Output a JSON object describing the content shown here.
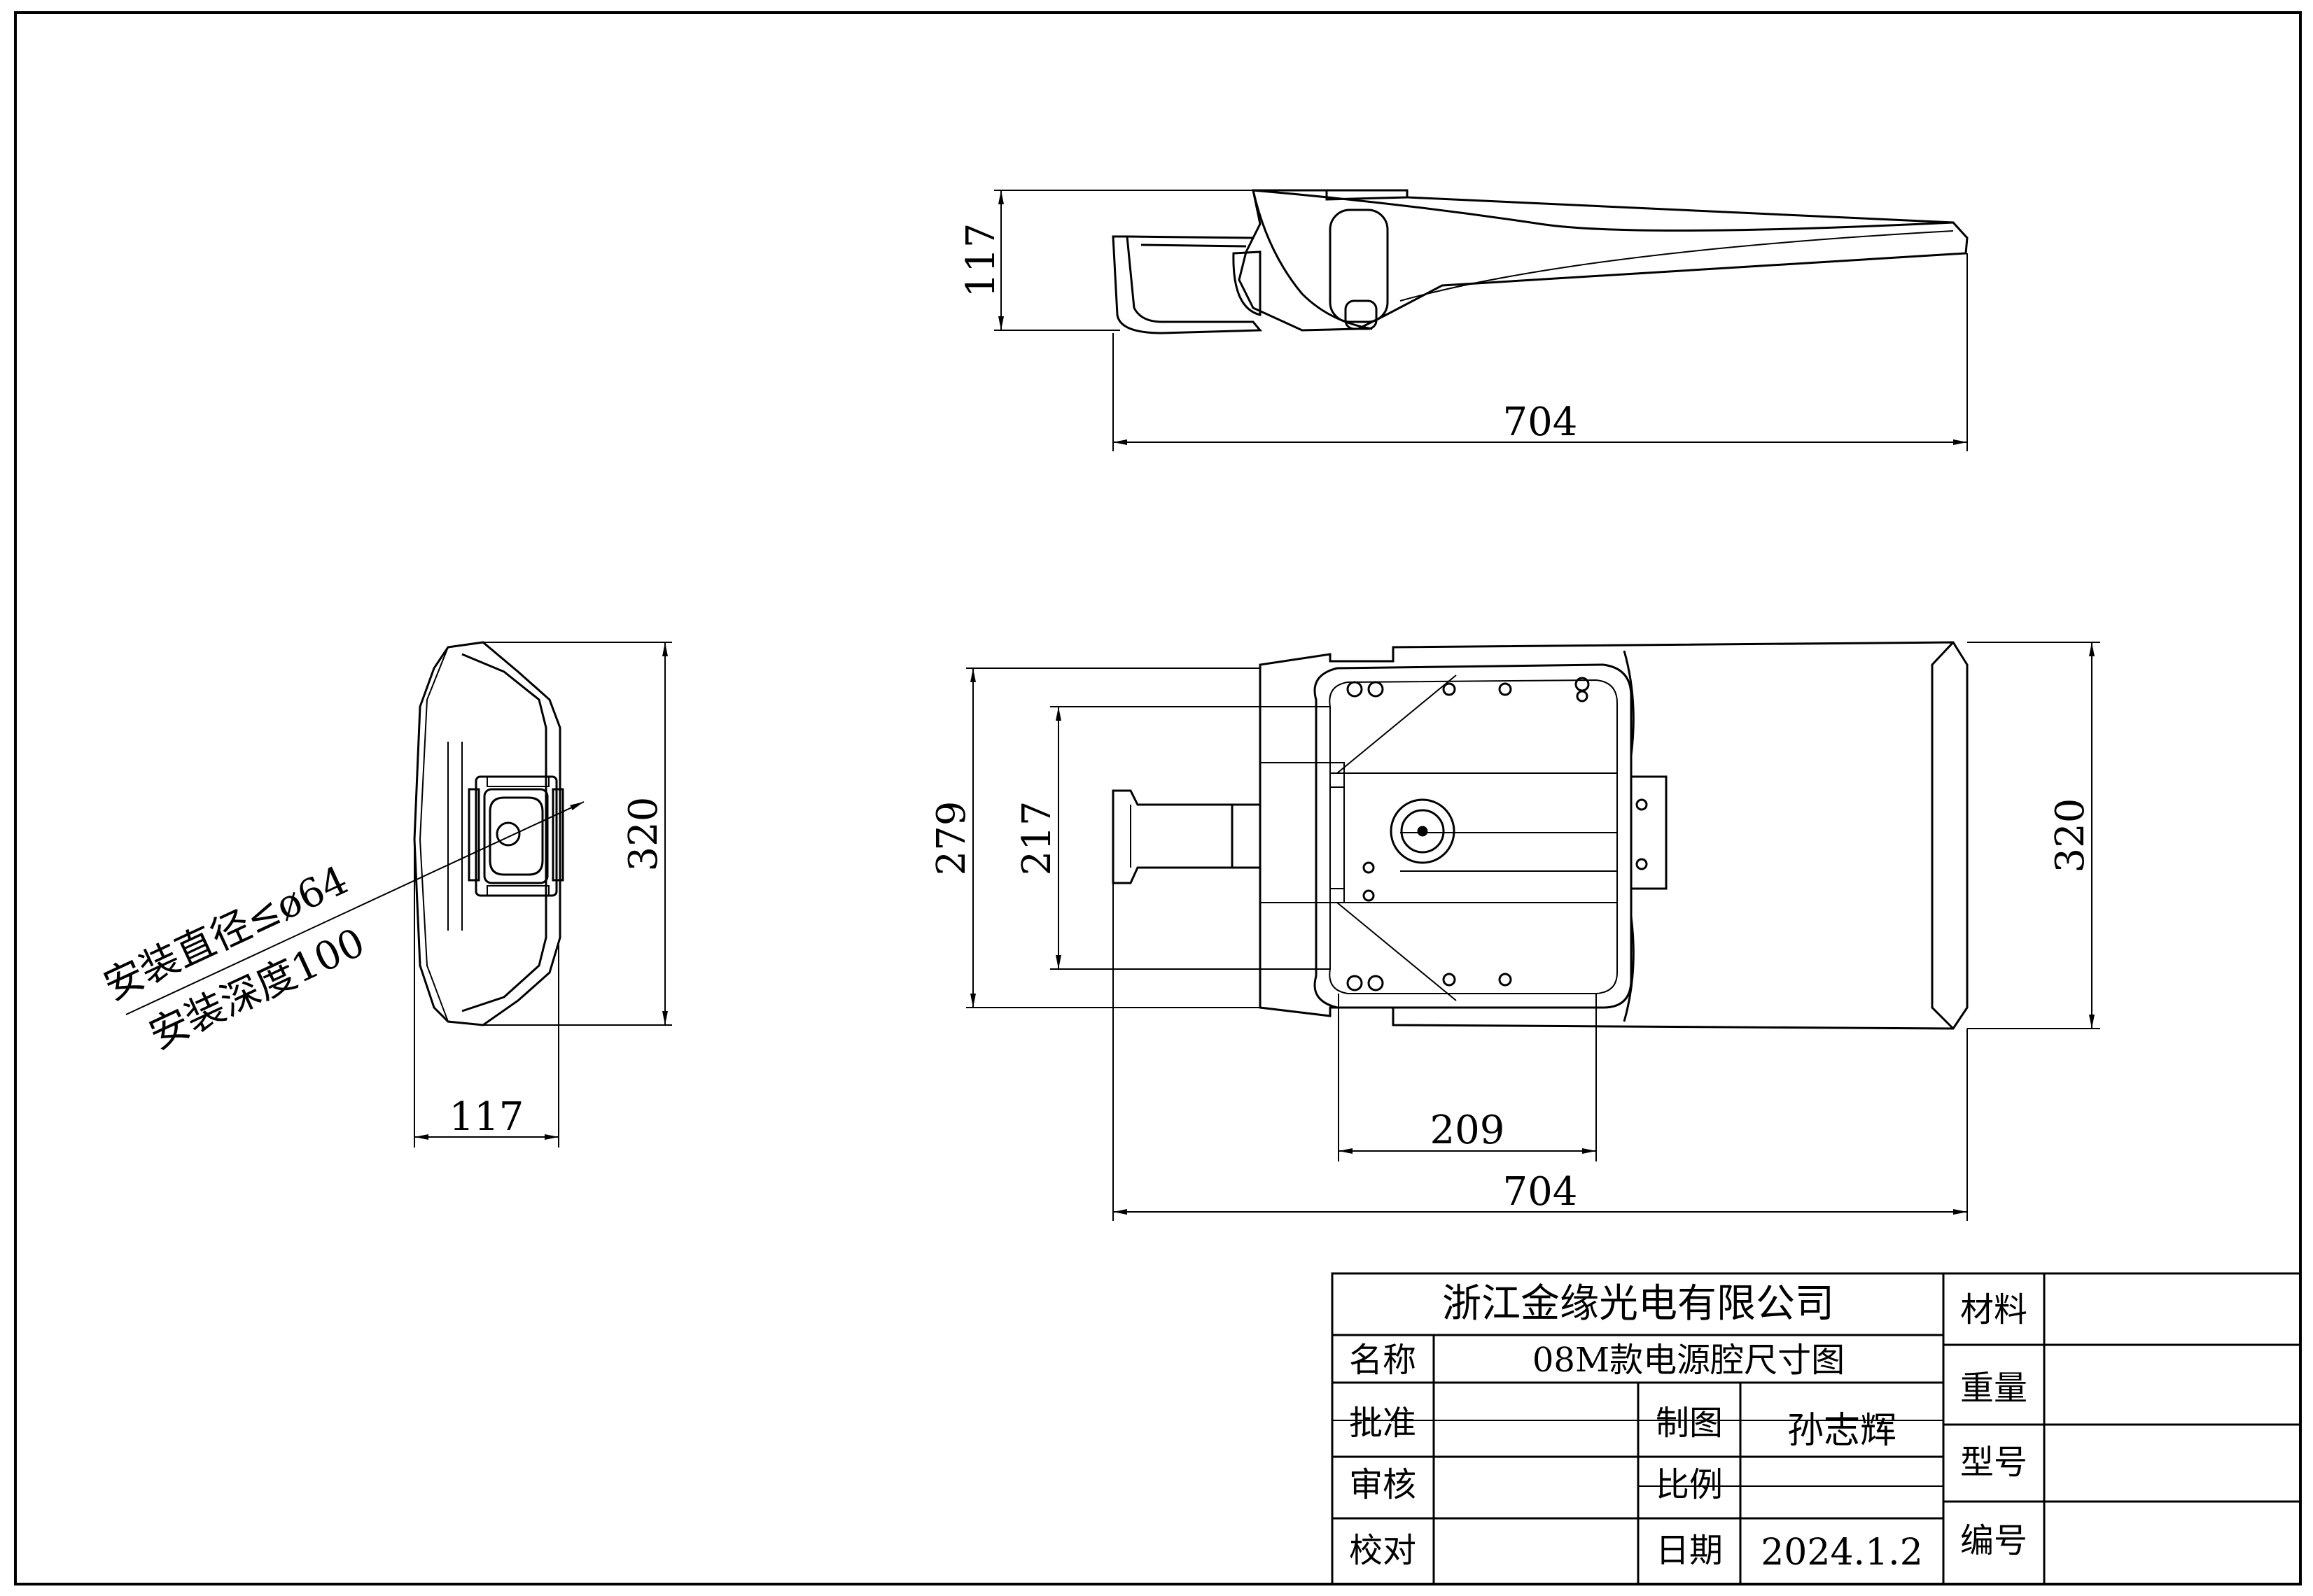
{
  "dimensions": {
    "side_height": "117",
    "side_length": "704",
    "front_width": "320",
    "front_depth": "117",
    "plan_width": "320",
    "plan_bracket_outer": "279",
    "plan_bracket_inner": "217",
    "plan_cavity_length": "209",
    "plan_length": "704"
  },
  "annotation": {
    "line1": "安装直径≤ø64",
    "line2": "安装深度100"
  },
  "title_block": {
    "company": "浙江金缘光电有限公司",
    "name_label": "名称",
    "name_value": "08M款电源腔尺寸图",
    "approve_label": "批准",
    "approve_value": "",
    "review_label": "审核",
    "review_value": "",
    "check_label": "校对",
    "check_value": "",
    "draw_label": "制图",
    "draw_value": "孙志辉",
    "scale_label": "比例",
    "scale_value": "",
    "date_label": "日期",
    "date_value": "2024.1.2",
    "material_label": "材料",
    "material_value": "",
    "weight_label": "重量",
    "weight_value": "",
    "model_label": "型号",
    "model_value": "",
    "number_label": "编号",
    "number_value": ""
  }
}
